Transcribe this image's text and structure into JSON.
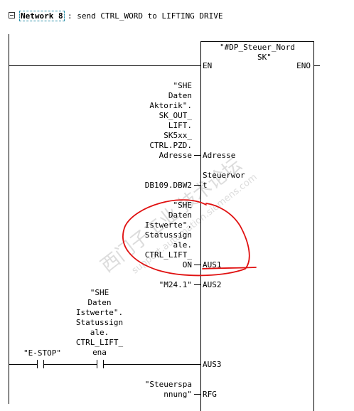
{
  "network": {
    "label": "Network 8",
    "title": ": send CTRL_WORD to LIFTING DRIVE"
  },
  "block": {
    "name": "\"#DP_Steuer_Nord\n   SK\"",
    "en": "EN",
    "eno": "ENO",
    "pins": {
      "adresse": "Adresse",
      "steuerwort": "Steuerwor\nt",
      "aus1": "AUS1",
      "aus2": "AUS2",
      "aus3": "AUS3",
      "rfg": "RFG"
    }
  },
  "operands": {
    "adresse": "\"SHE\nDaten\nAktorik\".\nSK_OUT_\nLIFT.\nSK5xx_\nCTRL.PZD.\nAdresse",
    "steuerwort": "DB109.DBW2",
    "aus1": "\"SHE\nDaten\nIstwerte\".\nStatussign\nale.\nCTRL_LIFT_\nON",
    "aus2": "\"M24.1\"",
    "rfg": "\"Steuerspa\nnnung\""
  },
  "contacts": {
    "estop": "\"E-STOP\"",
    "lift_ena": "\"SHE\nDaten\nIstwerte\".\nStatussign\nale.\nCTRL_LIFT_\nena"
  },
  "watermark": {
    "cn": "西门子工业 技术论坛",
    "url": "support.automation.siemens.com"
  },
  "colors": {
    "annotation": "#e01010",
    "network_border": "#2a8fa8",
    "watermark": "#d6d6d6"
  }
}
